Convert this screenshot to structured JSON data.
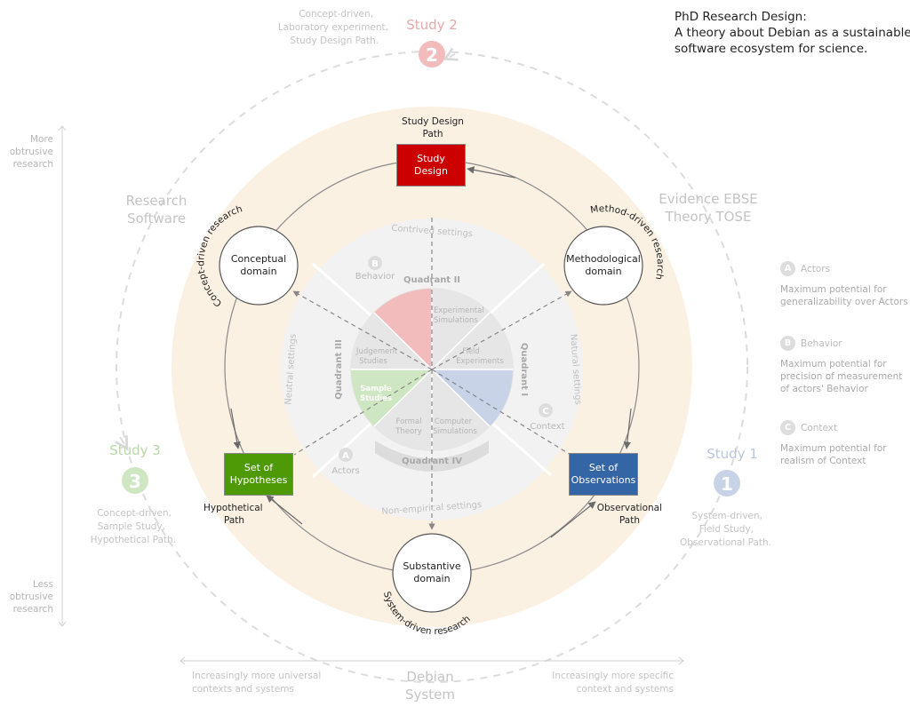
{
  "title": {
    "line1": "PhD Research Design:",
    "line2": "A theory about Debian as a sustainable",
    "line3": "software ecosystem for science."
  },
  "studies": [
    {
      "label": "Study 1",
      "number": "1",
      "color": "#c8d3e8",
      "desc1": "System-driven,",
      "desc2": "Field Study,",
      "desc3": "Observational Path."
    },
    {
      "label": "Study 2",
      "number": "2",
      "color": "#f2bcbc",
      "desc1": "Concept-driven,",
      "desc2": "Laboratory experiment,",
      "desc3": "Study Design Path."
    },
    {
      "label": "Study 3",
      "number": "3",
      "color": "#cfe6c2",
      "desc1": "Concept-driven,",
      "desc2": "Sample Study,",
      "desc3": "Hypothetical Path."
    }
  ],
  "outer_labels": {
    "research_software_1": "Research",
    "research_software_2": "Software",
    "evidence_1": "Evidence EBSE",
    "evidence_2": "Theory TOSE",
    "debian_1": "Debian",
    "debian_2": "System"
  },
  "vertical_axis": {
    "top1": "More",
    "top2": "obtrusive",
    "top3": "research",
    "bottom1": "Less",
    "bottom2": "obtrusive",
    "bottom3": "research"
  },
  "horizontal_axis": {
    "left1": "Increasingly more universal",
    "left2": "contexts and systems",
    "right1": "Increasingly more specific",
    "right2": "context and systems"
  },
  "legend": [
    {
      "letter": "A",
      "name": "Actors",
      "text": "Maximum potential for generalizability over Actors"
    },
    {
      "letter": "B",
      "name": "Behavior",
      "text": "Maximum potential for precision of measurement of actors' Behavior"
    },
    {
      "letter": "C",
      "name": "Context",
      "text": "Maximum potential for realism of Context"
    }
  ],
  "boxes": {
    "study_design": {
      "label": "Study\nDesign",
      "color": "#cc0000"
    },
    "hypotheses": {
      "label": "Set of\nHypotheses",
      "color": "#4e9a06"
    },
    "observations": {
      "label": "Set of\nObservations",
      "color": "#3465a4"
    }
  },
  "paths": {
    "study_design_1": "Study Design",
    "study_design_2": "Path",
    "hypothetical_1": "Hypothetical",
    "hypothetical_2": "Path",
    "observational_1": "Observational",
    "observational_2": "Path"
  },
  "domains": {
    "conceptual_1": "Conceptual",
    "conceptual_2": "domain",
    "methodological_1": "Methodological",
    "methodological_2": "domain",
    "substantive_1": "Substantive",
    "substantive_2": "domain"
  },
  "arc_labels": {
    "concept": "Concept-driven research",
    "method": "Method-driven research",
    "system": "System-driven research"
  },
  "settings": {
    "contrived": "Contrived settings",
    "natural": "Natural settings",
    "non_empirical": "Non-empirical settings",
    "neutral": "Neutral settings"
  },
  "quadrants": {
    "q1": "Quadrant I",
    "q2": "Quadrant II",
    "q3": "Quadrant III",
    "q4": "Quadrant IV"
  },
  "letters": {
    "a": "A",
    "b": "B",
    "c": "C",
    "actors": "Actors",
    "behavior": "Behavior",
    "context": "Context"
  },
  "strategies": {
    "exp_sim_1": "Experimental",
    "exp_sim_2": "Simulations",
    "field_exp_1": "Field",
    "field_exp_2": "Experiments",
    "judgement_1": "Judgement",
    "judgement_2": "Studies",
    "sample_1": "Sample",
    "sample_2": "Studies",
    "formal_1": "Formal",
    "formal_2": "Theory",
    "computer_1": "Computer",
    "computer_2": "Simulations"
  },
  "colors": {
    "peach": "#fbf1e3",
    "inner_gray": "#f2f2f2",
    "pie_gray": "#e6e6e6",
    "red_wedge": "#f2bcbc",
    "green_wedge": "#cfe6c2",
    "blue_wedge": "#c8d3e8"
  }
}
